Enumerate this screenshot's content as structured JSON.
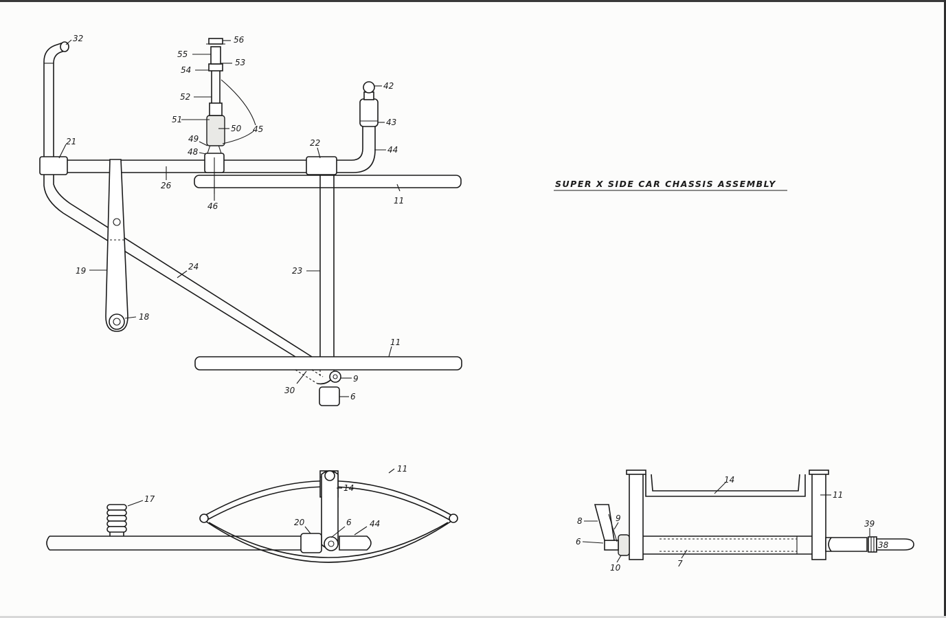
{
  "title": "SUPER X SIDE CAR CHASSIS ASSEMBLY",
  "top_view": {
    "labels": {
      "p32": "32",
      "p56": "56",
      "p55": "55",
      "p53": "53",
      "p54": "54",
      "p52": "52",
      "p42": "42",
      "p51": "51",
      "p50": "50",
      "p45": "45",
      "p43": "43",
      "p49": "49",
      "p48": "48",
      "p21": "21",
      "p22": "22",
      "p44": "44",
      "p26": "26",
      "p46": "46",
      "p11a": "11",
      "p24": "24",
      "p23": "23",
      "p19": "19",
      "p18": "18",
      "p11b": "11",
      "p30": "30",
      "p9": "9",
      "p6": "6"
    }
  },
  "side_view": {
    "labels": {
      "p11": "11",
      "p17": "17",
      "p14": "14",
      "p20": "20",
      "p6": "6",
      "p44": "44"
    }
  },
  "end_view": {
    "labels": {
      "p14": "14",
      "p11": "11",
      "p8": "8",
      "p9": "9",
      "p39": "39",
      "p6": "6",
      "p38": "38",
      "p10": "10",
      "p7": "7"
    }
  }
}
